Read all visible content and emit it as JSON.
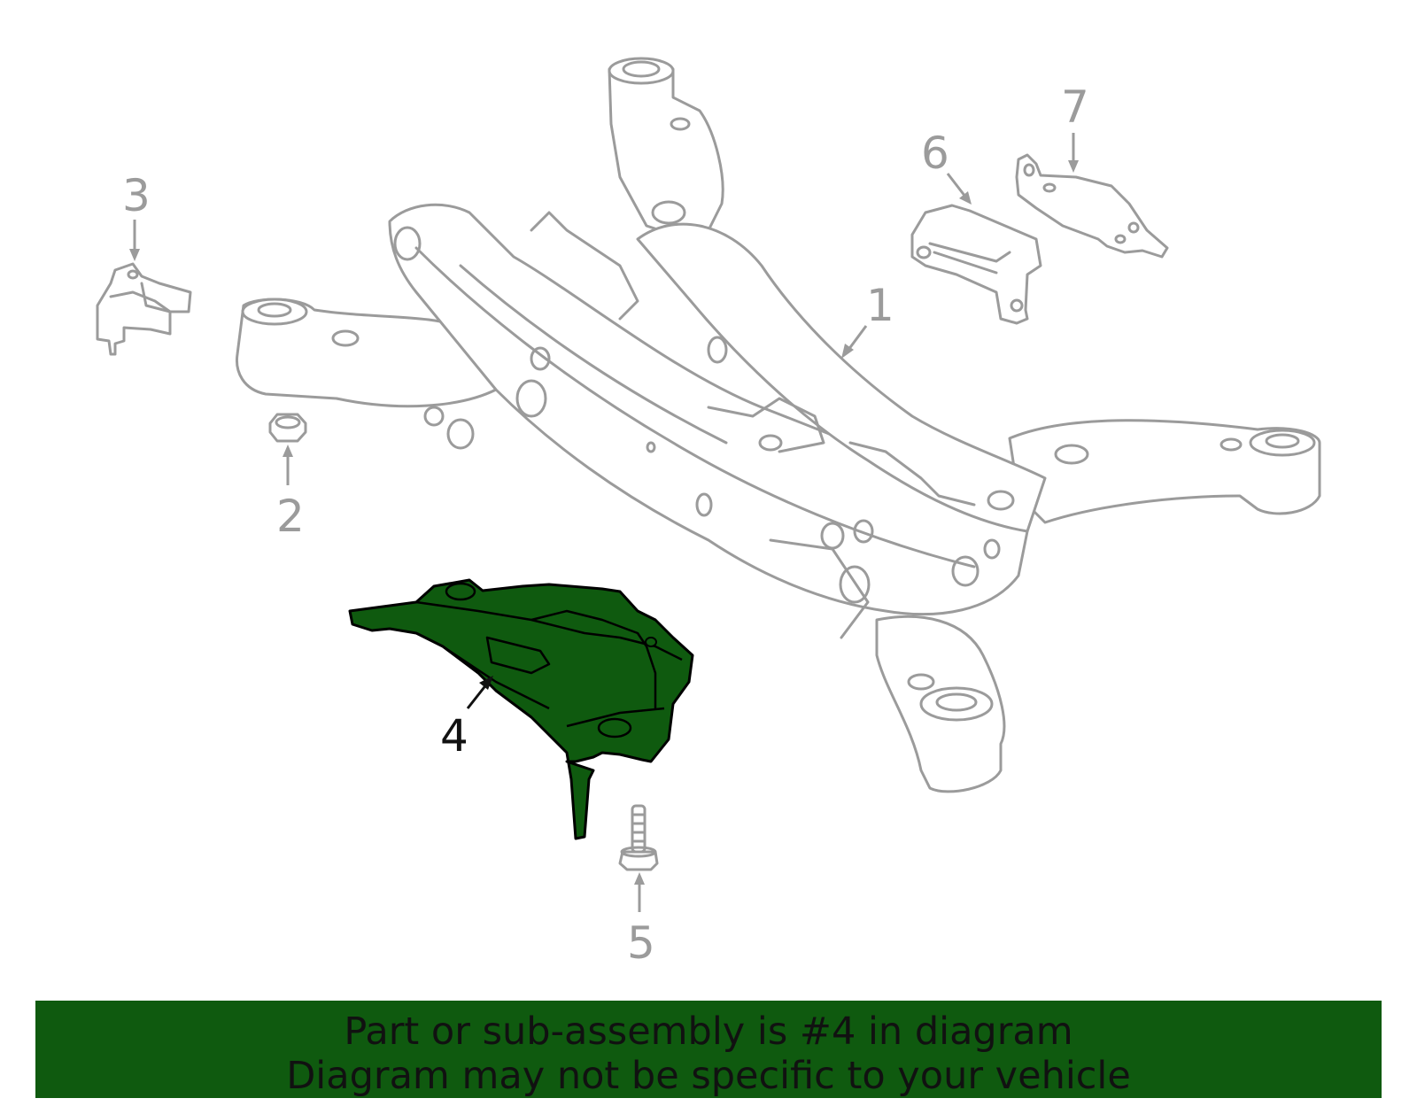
{
  "diagram": {
    "highlight_color": "#0f5a0f",
    "outline_color": "#9b9b9b",
    "callouts": [
      {
        "id": "1",
        "label": "1"
      },
      {
        "id": "2",
        "label": "2"
      },
      {
        "id": "3",
        "label": "3"
      },
      {
        "id": "4",
        "label": "4",
        "highlighted": true
      },
      {
        "id": "5",
        "label": "5"
      },
      {
        "id": "6",
        "label": "6"
      },
      {
        "id": "7",
        "label": "7"
      }
    ]
  },
  "banner": {
    "line1": "Part or sub-assembly is #4 in diagram",
    "line2": "Diagram may not be specific to your vehicle",
    "background": "#0f5a0f"
  }
}
